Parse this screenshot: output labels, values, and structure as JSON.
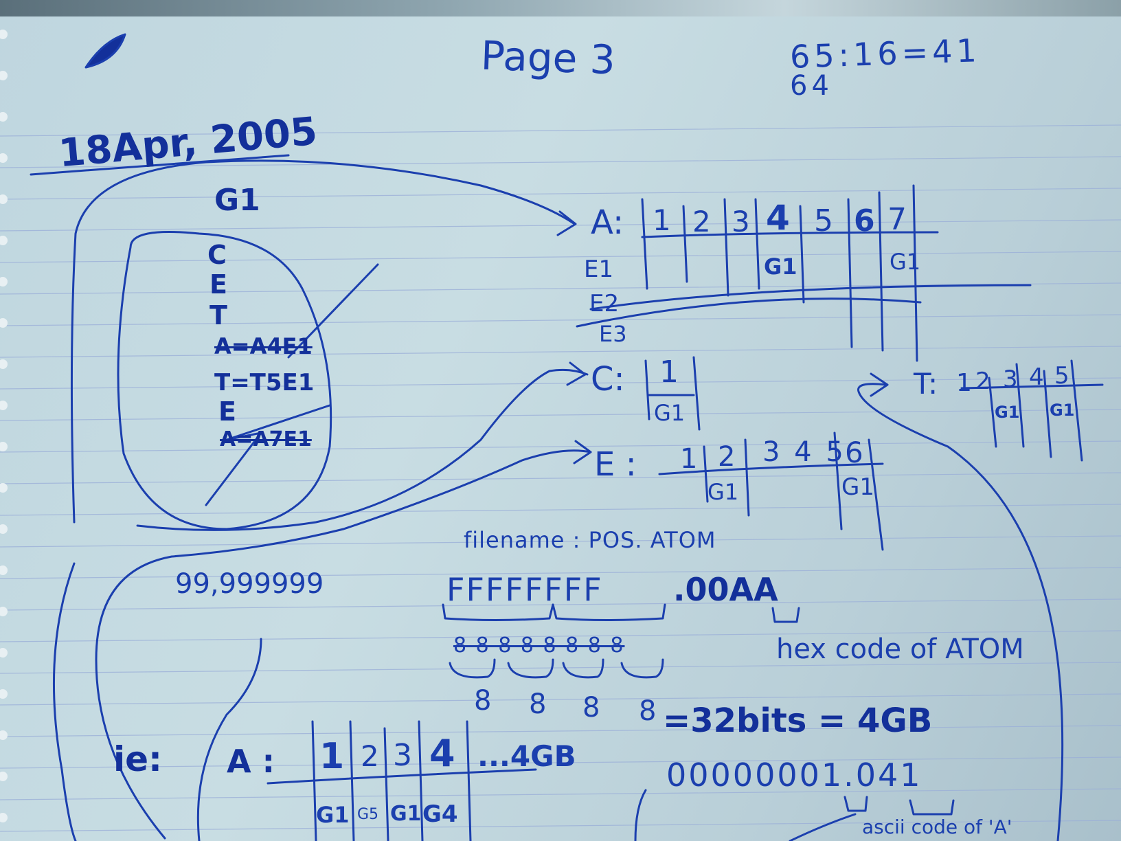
{
  "header": {
    "page_label": "Page 3",
    "calc_line1": "65:16=41",
    "calc_line2": "64",
    "date": "18Apr, 2005"
  },
  "group": {
    "name": "G1",
    "letters": [
      "C",
      "E",
      "T",
      "A=A4E1",
      "T=T5E1",
      "E",
      "A=A7E1"
    ]
  },
  "index_a": {
    "label": "A:",
    "positions": [
      "1",
      "2",
      "3",
      "4",
      "5",
      "6",
      "7"
    ],
    "rows": [
      "E1",
      "E2",
      "E3"
    ],
    "marks": [
      "G1",
      "G1"
    ]
  },
  "index_c": {
    "label": "C:",
    "position": "1",
    "mark": "G1"
  },
  "index_t": {
    "label": "T:",
    "prefix": "1",
    "positions": [
      "2",
      "3",
      "4",
      "5"
    ],
    "marks": [
      "G1",
      "G1"
    ]
  },
  "index_e": {
    "label": "E :",
    "positions": [
      "1",
      "2",
      "3 4 5",
      "6"
    ],
    "marks": [
      "G1",
      "G1"
    ]
  },
  "filename": {
    "label": "filename : POS. ATOM",
    "hex_positions": "FFFFFFFF",
    "hex_atom": ".00AA",
    "bits": [
      "8",
      "8",
      "8",
      "8"
    ],
    "bits_struck": "8 8 8 8 8 8 8 8",
    "note": "hex code of ATOM",
    "total": "=32bits = 4GB"
  },
  "big_number": "99,999999",
  "example": {
    "prefix": "ie:",
    "label": "A :",
    "positions": [
      "1",
      "2",
      "3",
      "4",
      "...4GB"
    ],
    "marks": [
      "G1",
      "G5",
      "G1",
      "G4"
    ],
    "binary": "00000001.041",
    "note": "ascii code of 'A'"
  }
}
